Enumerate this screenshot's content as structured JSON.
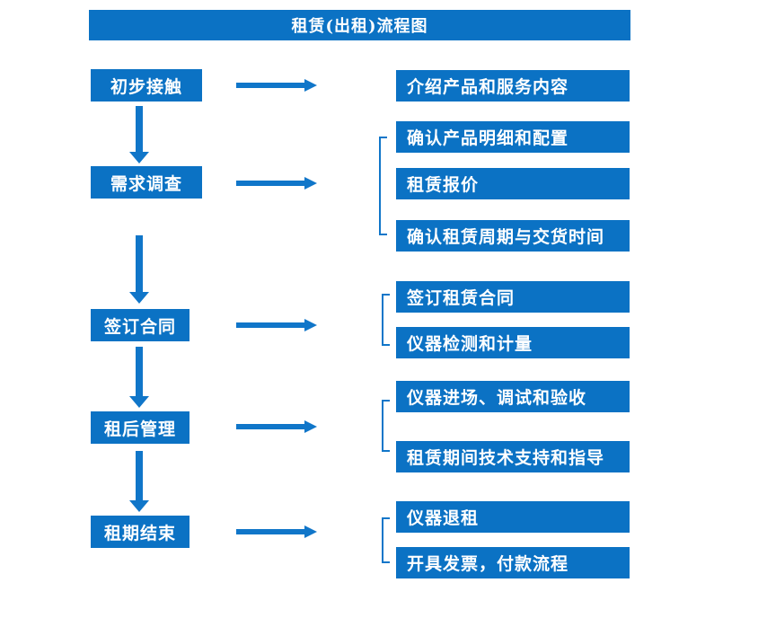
{
  "title": "租赁(出租)流程图",
  "colors": {
    "primary_blue": "#0b72c4",
    "arrow_blue": "#1076c9",
    "text_white": "#ffffff",
    "page_bg": "#ffffff"
  },
  "stages": [
    {
      "label": "初步接触",
      "details": [
        "介绍产品和服务内容"
      ]
    },
    {
      "label": "需求调查",
      "details": [
        "确认产品明细和配置",
        "租赁报价",
        "确认租赁周期与交货时间"
      ]
    },
    {
      "label": "签订合同",
      "details": [
        "签订租赁合同",
        "仪器检测和计量"
      ]
    },
    {
      "label": "租后管理",
      "details": [
        "仪器进场、调试和验收",
        "租赁期间技术支持和指导"
      ]
    },
    {
      "label": "租期结束",
      "details": [
        "仪器退租",
        "开具发票，付款流程"
      ]
    }
  ]
}
